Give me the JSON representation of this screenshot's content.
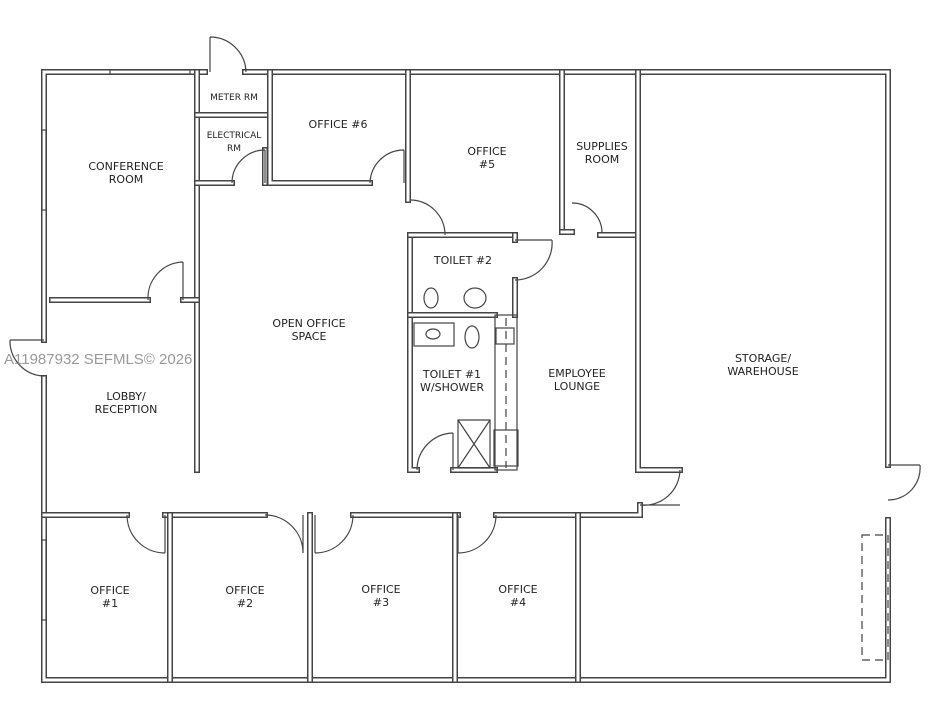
{
  "rooms": {
    "meter": [
      "METER RM"
    ],
    "electrical": [
      "ELECTRICAL",
      "RM"
    ],
    "conference": [
      "CONFERENCE",
      "ROOM"
    ],
    "office6": [
      "OFFICE #6"
    ],
    "office5": [
      "OFFICE",
      "#5"
    ],
    "supplies": [
      "SUPPLIES",
      "ROOM"
    ],
    "open_office": [
      "OPEN OFFICE",
      "SPACE"
    ],
    "toilet2": [
      "TOILET #2"
    ],
    "toilet1": [
      "TOILET #1",
      "W/SHOWER"
    ],
    "lounge": [
      "EMPLOYEE",
      "LOUNGE"
    ],
    "storage": [
      "STORAGE/",
      "WAREHOUSE"
    ],
    "lobby": [
      "LOBBY/",
      "RECEPTION"
    ],
    "office1": [
      "OFFICE",
      "#1"
    ],
    "office2": [
      "OFFICE",
      "#2"
    ],
    "office3": [
      "OFFICE",
      "#3"
    ],
    "office4": [
      "OFFICE",
      "#4"
    ]
  },
  "watermark": "A11987932  SEFMLS© 2026"
}
